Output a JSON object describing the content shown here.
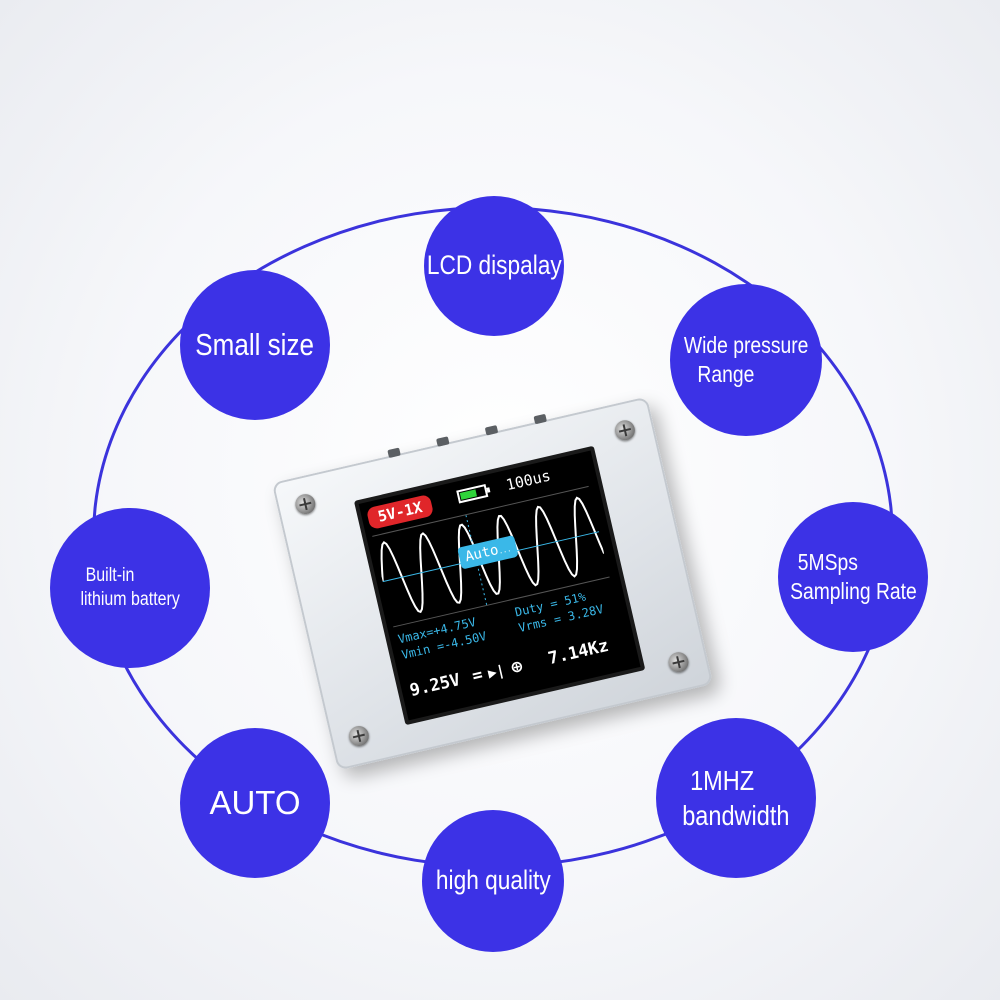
{
  "features": [
    {
      "id": "lcd",
      "lines": [
        "LCD dispalay"
      ]
    },
    {
      "id": "small-size",
      "lines": [
        "Small size"
      ]
    },
    {
      "id": "wide-pressure",
      "lines": [
        "Wide pressure",
        "Range"
      ]
    },
    {
      "id": "battery",
      "lines": [
        "Built-in",
        " lithium battery"
      ]
    },
    {
      "id": "sampling",
      "lines": [
        "5MSps",
        "Sampling Rate"
      ]
    },
    {
      "id": "auto",
      "lines": [
        "AUTO"
      ]
    },
    {
      "id": "bandwidth",
      "lines": [
        "1MHZ",
        "bandwidth"
      ]
    },
    {
      "id": "quality",
      "lines": [
        "high quality"
      ]
    }
  ],
  "colors": {
    "bubble": "#3c32e6",
    "ring": "#3b33dc",
    "range_badge": "#e0262a",
    "measure_text": "#3ab8e8",
    "waveform": "#ffffff"
  },
  "screen": {
    "range_badge": "5V-1X",
    "timebase": "100us",
    "battery_level": 0.65,
    "auto_label": "Auto",
    "auto_sub": "...",
    "vmax": "Vmax=+4.75V",
    "vmin": "Vmin =-4.50V",
    "duty": "Duty = 51%",
    "vrms": "Vrms = 3.28V",
    "voltage": "9.25V",
    "coupling": "=",
    "frequency": "7.14Kz"
  }
}
